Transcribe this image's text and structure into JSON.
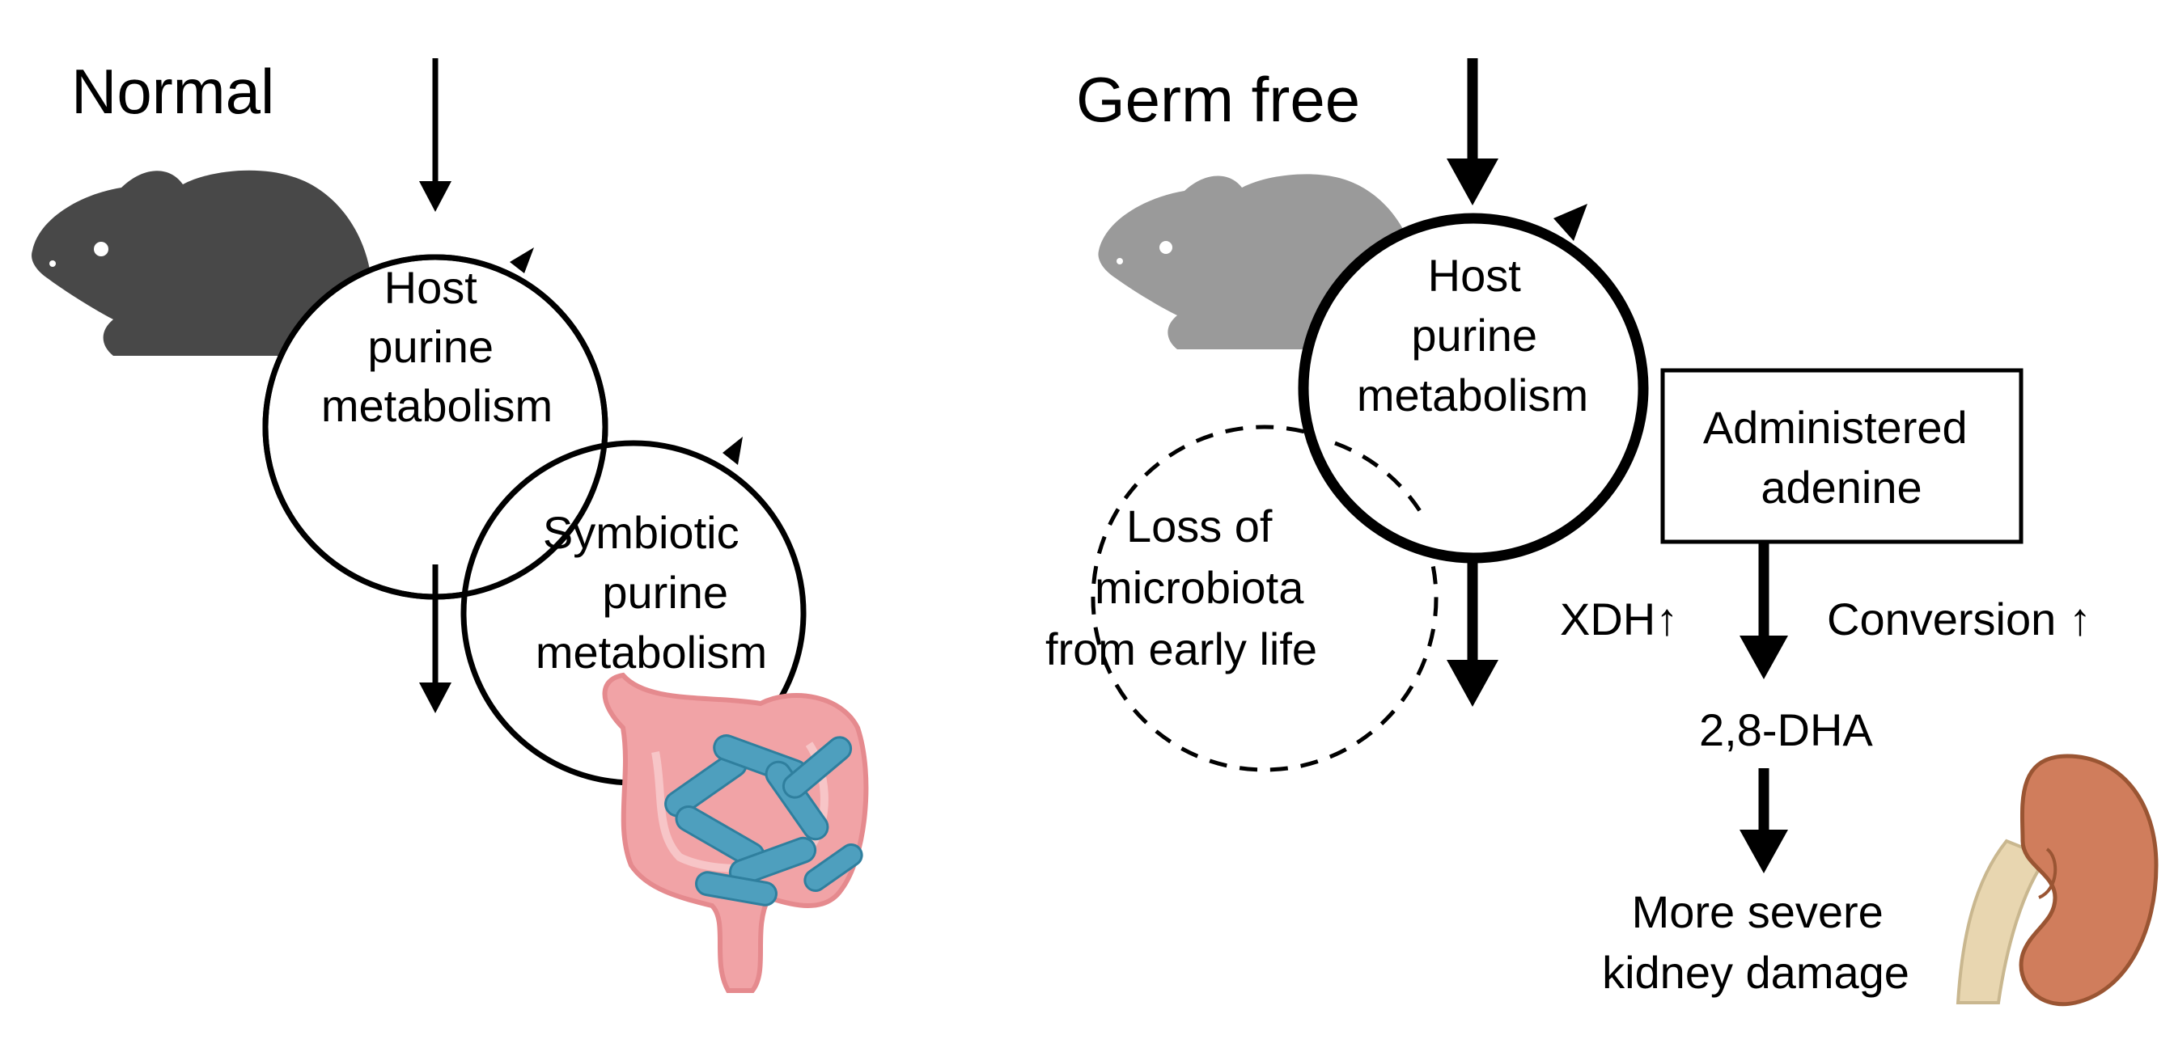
{
  "normal": {
    "title": "Normal",
    "host_circle": [
      "Host",
      "purine",
      "metabolism"
    ],
    "symbiotic_circle": [
      "Symbiotic",
      "purine",
      "metabolism"
    ]
  },
  "germ_free": {
    "title": "Germ free",
    "host_circle": [
      "Host",
      "purine",
      "metabolism"
    ],
    "lost_circle": [
      "Loss of",
      "microbiota",
      "from early life"
    ],
    "box": [
      "Administered",
      "adenine"
    ],
    "left_note": "XDH↑",
    "right_note": "Conversion ↑",
    "product": "2,8-DHA",
    "outcome": [
      "More severe",
      "kidney damage"
    ]
  },
  "colors": {
    "mouse_dark": "#484848",
    "mouse_light": "#9a9a9a",
    "intestine": "#f1a3a6",
    "bacteria": "#4e9fbe",
    "kidney": "#d07d5c",
    "ureter": "#e8d6b0"
  },
  "icons": [
    "mouse-dark-icon",
    "mouse-light-icon",
    "intestine-bacteria-icon",
    "kidney-icon"
  ]
}
